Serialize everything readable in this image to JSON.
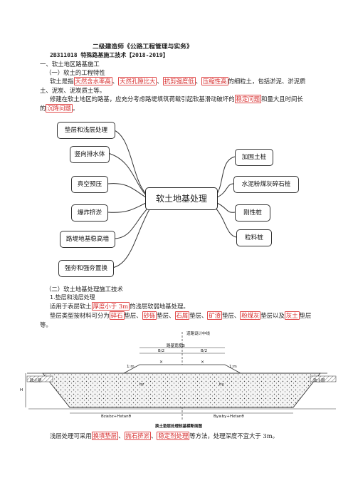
{
  "doc": {
    "title": "二级建造师《公路工程管理与实务》",
    "code_line": "2B311018 特殊路基施工技术【2018-2019】",
    "section1": "一、软土地区路基施工",
    "sub1": "（一）软土的工程特性",
    "p1_a": "软土是指",
    "p1_h1": "天然含水率高",
    "p1_sep1": "、",
    "p1_h2": "天然孔隙比大",
    "p1_sep2": "、",
    "p1_h3": "抗剪强度低",
    "p1_sep3": "、",
    "p1_h4": "压缩性高",
    "p1_b": "的细粒土，包括淤泥、淤泥质",
    "p1_c": "土、泥炭、泥炭质土等。",
    "p2_a": "修建在软土地区的路基，应充分考虑路堤填筑荷载引起软基滑动破坏的",
    "p2_h1": "稳定问题",
    "p2_b": "和量大且时间长",
    "p2_c": "的",
    "p2_h2": "沉降问题",
    "p2_d": "。",
    "sub2": "（二）软土地基处理施工技术",
    "item1": "1.垫层和浅层处理",
    "p3_a": "适用于表层软土",
    "p3_h1": "厚度小于 3m",
    "p3_b": "的浅层软弱地基处理。",
    "p4_a": "垫层类型按材料可分为",
    "p4_h1": "碎石",
    "p4_s1": "垫层、",
    "p4_h2": "砂砾",
    "p4_s2": "垫层、",
    "p4_h3": "石屑",
    "p4_s3": "垫层、",
    "p4_h4": "矿渣",
    "p4_s4": "垫层、",
    "p4_h5": "粉煤灰",
    "p4_s5": "垫层以及",
    "p4_h6": "灰土",
    "p4_s6": "垫层",
    "p4_end": "等。",
    "p5_a": "浅层处理可采用",
    "p5_h1": "换填垫层",
    "p5_s1": "、",
    "p5_h2": "抛石挤淤",
    "p5_s2": "、",
    "p5_h3": "稳定剂处理",
    "p5_b": "等方法，处理深度不宜大于 3m。"
  },
  "mindmap": {
    "center": "软土地基处理",
    "left": [
      "垫层和浅层处理",
      "竖向排水体",
      "真空预压",
      "爆炸挤淤",
      "路堤地基稳高墙",
      "强夯和强夯置换"
    ],
    "right": [
      "加固土桩",
      "水泥粉煤灰碎石桩",
      "刚性桩",
      "粒料桩"
    ]
  },
  "figure": {
    "top_label": "道路设计中线",
    "width_label": "路基宽度B",
    "half_left": "B/2",
    "half_right": "B/2",
    "slope": "1:m",
    "bz": "bz",
    "by": "by",
    "layer_left": "软土层",
    "layer_right": "软土层",
    "dim_left": "Bz≥bz+Hxtanθ",
    "dim_right": "By≥by+Hxtanθ",
    "H": "H",
    "caption": "换土垫层处理软基横断面图"
  }
}
